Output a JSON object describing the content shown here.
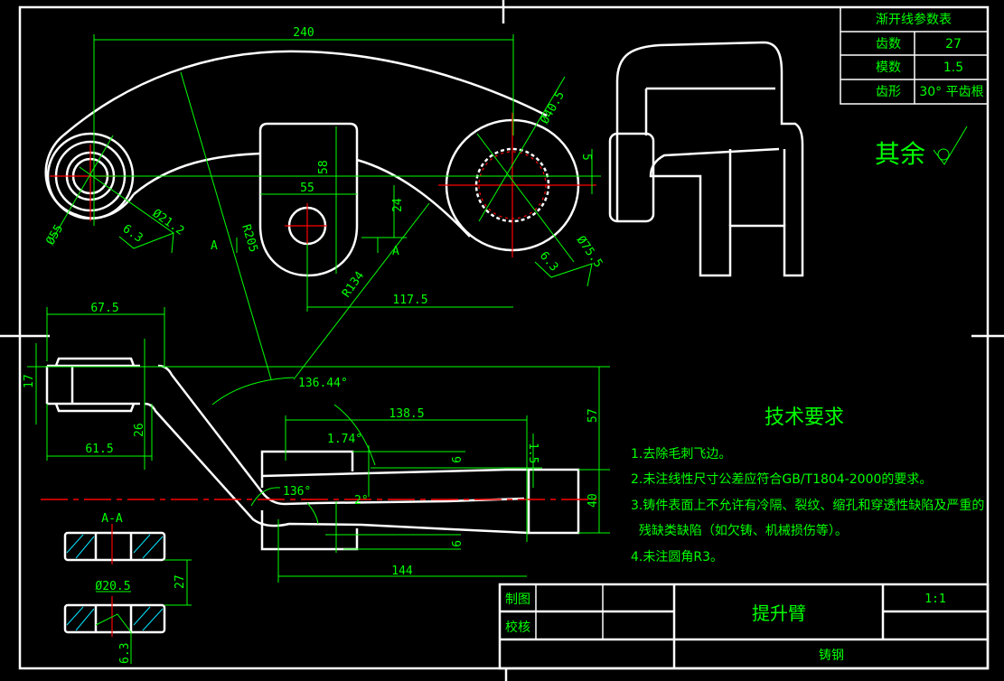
{
  "colors": {
    "background": "#000000",
    "geometry": "#ffffff",
    "dimension": "#00ff00",
    "centerline": "#ff0000",
    "hatch": "#00e5ff"
  },
  "param_table": {
    "title": "渐开线参数表",
    "rows": [
      {
        "label": "齿数",
        "value": "27"
      },
      {
        "label": "模数",
        "value": "1.5"
      },
      {
        "label": "齿形",
        "value": "30° 平齿根"
      }
    ]
  },
  "roughness": {
    "label": "其余",
    "icon": "surface-roughness-icon"
  },
  "top_view_dims": {
    "d240": "240",
    "d_phi40_5": "Ø40.5",
    "d5": "5",
    "d58": "58",
    "d55": "55",
    "d24": "24",
    "r205": "R205",
    "r134": "R134",
    "d117_5": "117.5",
    "phi55": "Ø55",
    "phi21_2": "Ø21.2",
    "ra_left": "6.3",
    "ra_right": "6.3",
    "sec_a_left": "A",
    "sec_a_right": "A",
    "phi75_5": "Ø75.5"
  },
  "front_view_dims": {
    "d67_5": "67.5",
    "d17": "17",
    "d26": "26",
    "d61_5": "61.5",
    "a136_44": "136.44°",
    "d138_5": "138.5",
    "a1_74": "1.74°",
    "d1_5": "1.5",
    "d9_top": "9",
    "d9_bot": "9",
    "d57": "57",
    "d40": "40",
    "a136": "136°",
    "a2": "2°",
    "d144": "144"
  },
  "section": {
    "title": "A-A",
    "phi20_5": "Ø20.5",
    "d27": "27",
    "ra": "6.3"
  },
  "tech_req": {
    "title": "技术要求",
    "items": [
      "1.去除毛刺飞边。",
      "2.未注线性尺寸公差应符合GB/T1804-2000的要求。",
      "3.铸件表面上不允许有冷隔、裂纹、缩孔和穿透性缺陷及严重的",
      "  残缺类缺陷（如欠铸、机械损伤等）。",
      "4.未注圆角R3。"
    ]
  },
  "title_block": {
    "drawn_label": "制图",
    "checked_label": "校核",
    "part_name": "提升臂",
    "scale": "1:1",
    "material": "铸钢"
  }
}
